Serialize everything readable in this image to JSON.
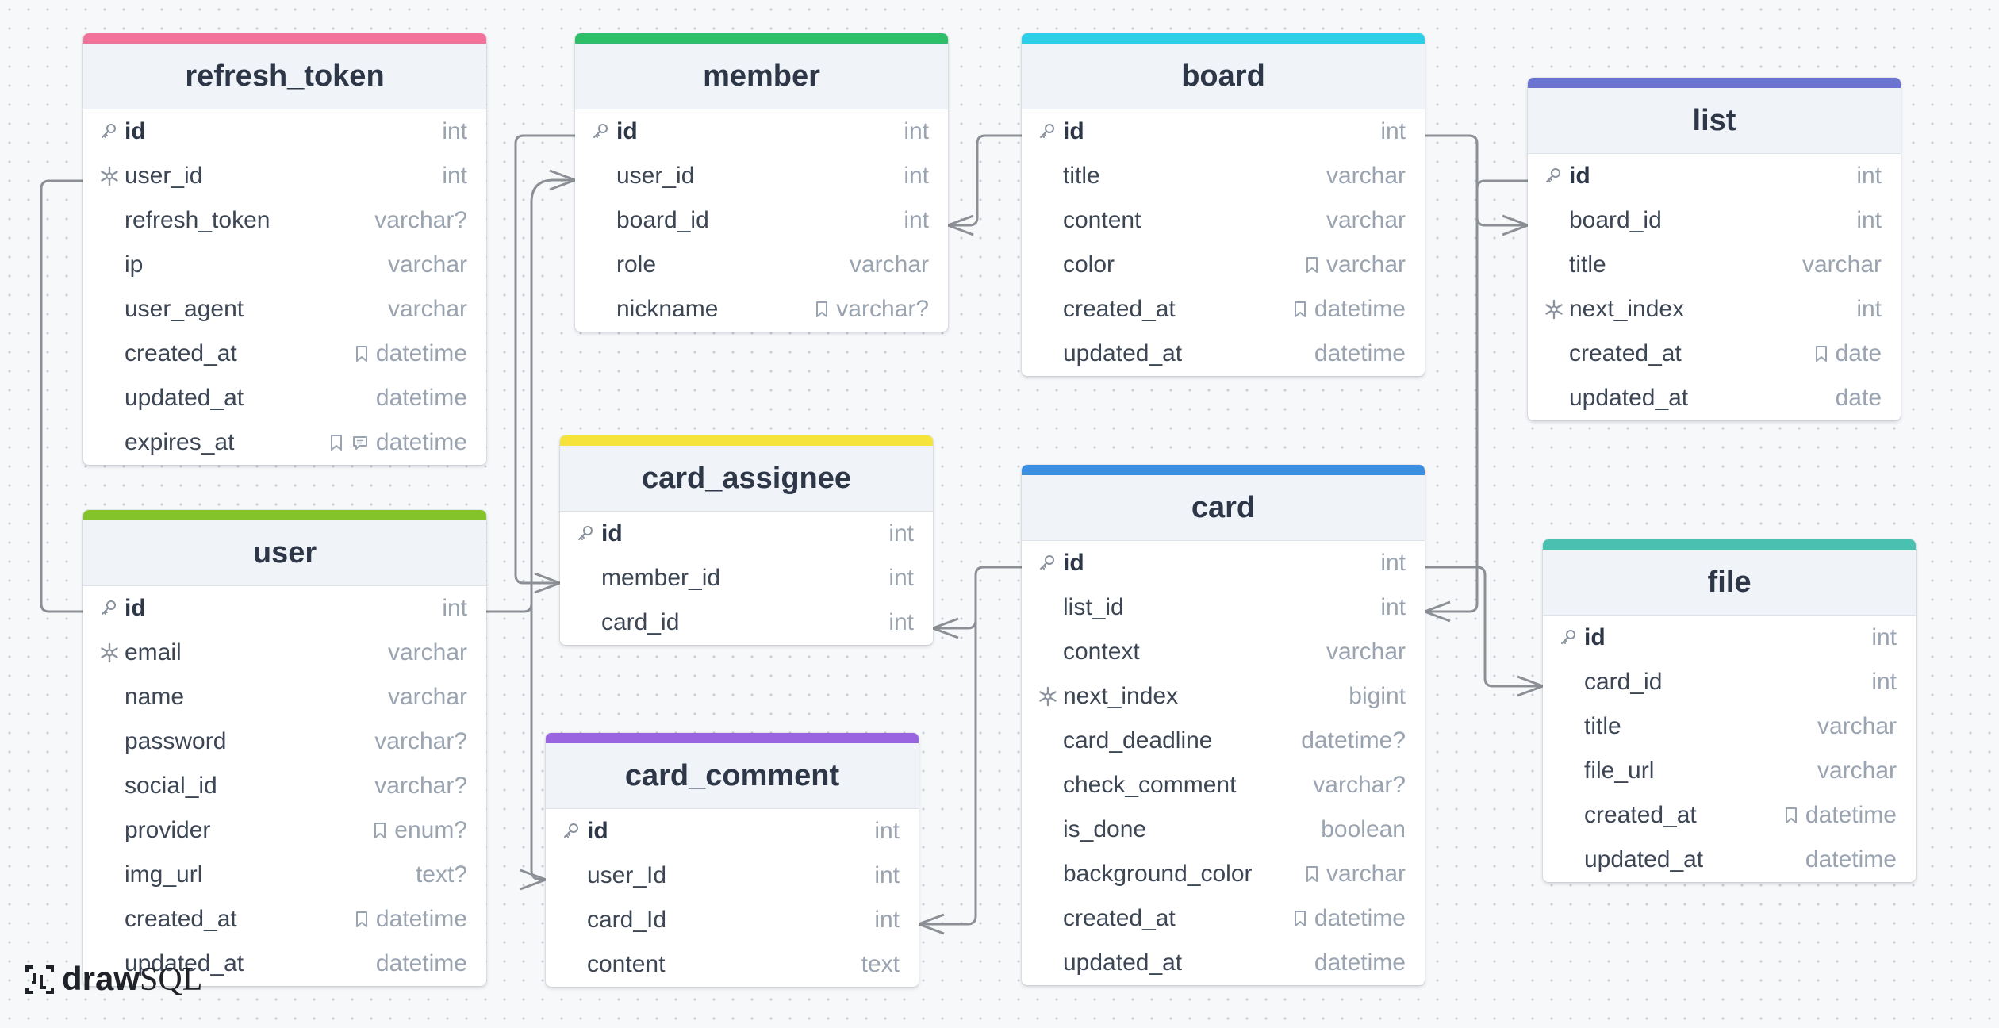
{
  "brand": {
    "draw": "draw",
    "sql": "SQL"
  },
  "colors": {
    "refresh_token": "#f2739a",
    "member": "#2fbf6a",
    "board": "#2dcfe8",
    "list": "#6b74cf",
    "user": "#84c42a",
    "card_assignee": "#f5e23a",
    "card": "#3b8fe0",
    "file": "#4ac0b0",
    "card_comment": "#9a63e0",
    "link": "#8c8f95"
  },
  "tables": {
    "refresh_token": {
      "name": "refresh_token",
      "columns": [
        {
          "name": "id",
          "type": "int",
          "icon": "key-icon",
          "pk": true
        },
        {
          "name": "user_id",
          "type": "int",
          "icon": "snowflake-icon"
        },
        {
          "name": "refresh_token",
          "type": "varchar?"
        },
        {
          "name": "ip",
          "type": "varchar"
        },
        {
          "name": "user_agent",
          "type": "varchar"
        },
        {
          "name": "created_at",
          "type": "datetime",
          "note": true
        },
        {
          "name": "updated_at",
          "type": "datetime"
        },
        {
          "name": "expires_at",
          "type": "datetime",
          "note": true,
          "comment": true
        }
      ]
    },
    "member": {
      "name": "member",
      "columns": [
        {
          "name": "id",
          "type": "int",
          "icon": "key-icon",
          "pk": true
        },
        {
          "name": "user_id",
          "type": "int"
        },
        {
          "name": "board_id",
          "type": "int"
        },
        {
          "name": "role",
          "type": "varchar"
        },
        {
          "name": "nickname",
          "type": "varchar?",
          "note": true
        }
      ]
    },
    "board": {
      "name": "board",
      "columns": [
        {
          "name": "id",
          "type": "int",
          "icon": "key-icon",
          "pk": true
        },
        {
          "name": "title",
          "type": "varchar"
        },
        {
          "name": "content",
          "type": "varchar"
        },
        {
          "name": "color",
          "type": "varchar",
          "note": true
        },
        {
          "name": "created_at",
          "type": "datetime",
          "note": true
        },
        {
          "name": "updated_at",
          "type": "datetime"
        }
      ]
    },
    "list": {
      "name": "list",
      "columns": [
        {
          "name": "id",
          "type": "int",
          "icon": "key-icon",
          "pk": true
        },
        {
          "name": "board_id",
          "type": "int"
        },
        {
          "name": "title",
          "type": "varchar"
        },
        {
          "name": "next_index",
          "type": "int",
          "icon": "snowflake-icon"
        },
        {
          "name": "created_at",
          "type": "date",
          "note": true
        },
        {
          "name": "updated_at",
          "type": "date"
        }
      ]
    },
    "user": {
      "name": "user",
      "columns": [
        {
          "name": "id",
          "type": "int",
          "icon": "key-icon",
          "pk": true
        },
        {
          "name": "email",
          "type": "varchar",
          "icon": "snowflake-icon"
        },
        {
          "name": "name",
          "type": "varchar"
        },
        {
          "name": "password",
          "type": "varchar?"
        },
        {
          "name": "social_id",
          "type": "varchar?"
        },
        {
          "name": "provider",
          "type": "enum?",
          "note": true
        },
        {
          "name": "img_url",
          "type": "text?"
        },
        {
          "name": "created_at",
          "type": "datetime",
          "note": true
        },
        {
          "name": "updated_at",
          "type": "datetime"
        }
      ]
    },
    "card_assignee": {
      "name": "card_assignee",
      "columns": [
        {
          "name": "id",
          "type": "int",
          "icon": "key-icon",
          "pk": true
        },
        {
          "name": "member_id",
          "type": "int"
        },
        {
          "name": "card_id",
          "type": "int"
        }
      ]
    },
    "card": {
      "name": "card",
      "columns": [
        {
          "name": "id",
          "type": "int",
          "icon": "key-icon",
          "pk": true
        },
        {
          "name": "list_id",
          "type": "int"
        },
        {
          "name": "context",
          "type": "varchar"
        },
        {
          "name": "next_index",
          "type": "bigint",
          "icon": "snowflake-icon"
        },
        {
          "name": "card_deadline",
          "type": "datetime?"
        },
        {
          "name": "check_comment",
          "type": "varchar?"
        },
        {
          "name": "is_done",
          "type": "boolean"
        },
        {
          "name": "background_color",
          "type": "varchar",
          "note": true
        },
        {
          "name": "created_at",
          "type": "datetime",
          "note": true
        },
        {
          "name": "updated_at",
          "type": "datetime"
        }
      ]
    },
    "file": {
      "name": "file",
      "columns": [
        {
          "name": "id",
          "type": "int",
          "icon": "key-icon",
          "pk": true
        },
        {
          "name": "card_id",
          "type": "int"
        },
        {
          "name": "title",
          "type": "varchar"
        },
        {
          "name": "file_url",
          "type": "varchar"
        },
        {
          "name": "created_at",
          "type": "datetime",
          "note": true
        },
        {
          "name": "updated_at",
          "type": "datetime"
        }
      ]
    },
    "card_comment": {
      "name": "card_comment",
      "columns": [
        {
          "name": "id",
          "type": "int",
          "icon": "key-icon",
          "pk": true
        },
        {
          "name": "user_Id",
          "type": "int"
        },
        {
          "name": "card_Id",
          "type": "int"
        },
        {
          "name": "content",
          "type": "text"
        }
      ]
    }
  },
  "relations": [
    {
      "from": "user.id",
      "to": "refresh_token.user_id"
    },
    {
      "from": "user.id",
      "to": "member.user_id"
    },
    {
      "from": "user.id",
      "to": "card_comment.user_Id"
    },
    {
      "from": "member.id",
      "to": "card_assignee.member_id"
    },
    {
      "from": "board.id",
      "to": "member.board_id"
    },
    {
      "from": "board.id",
      "to": "list.board_id"
    },
    {
      "from": "list.id",
      "to": "card.list_id"
    },
    {
      "from": "card.id",
      "to": "card_assignee.card_id"
    },
    {
      "from": "card.id",
      "to": "card_comment.card_Id"
    },
    {
      "from": "card.id",
      "to": "file.card_id"
    }
  ]
}
